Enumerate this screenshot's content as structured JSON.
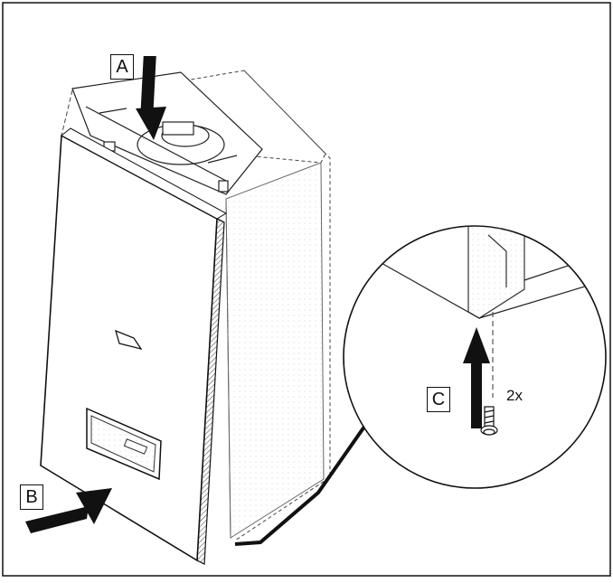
{
  "callouts": {
    "a": "A",
    "b": "B",
    "c": "C"
  },
  "screw_multiplier": "2x",
  "colors": {
    "line": "#111111",
    "panel_fill": "#ffffff",
    "hatch": "#7a7a7a"
  },
  "icons": {
    "arrow": "thick-filled-arrow",
    "screw": "screw-icon"
  }
}
